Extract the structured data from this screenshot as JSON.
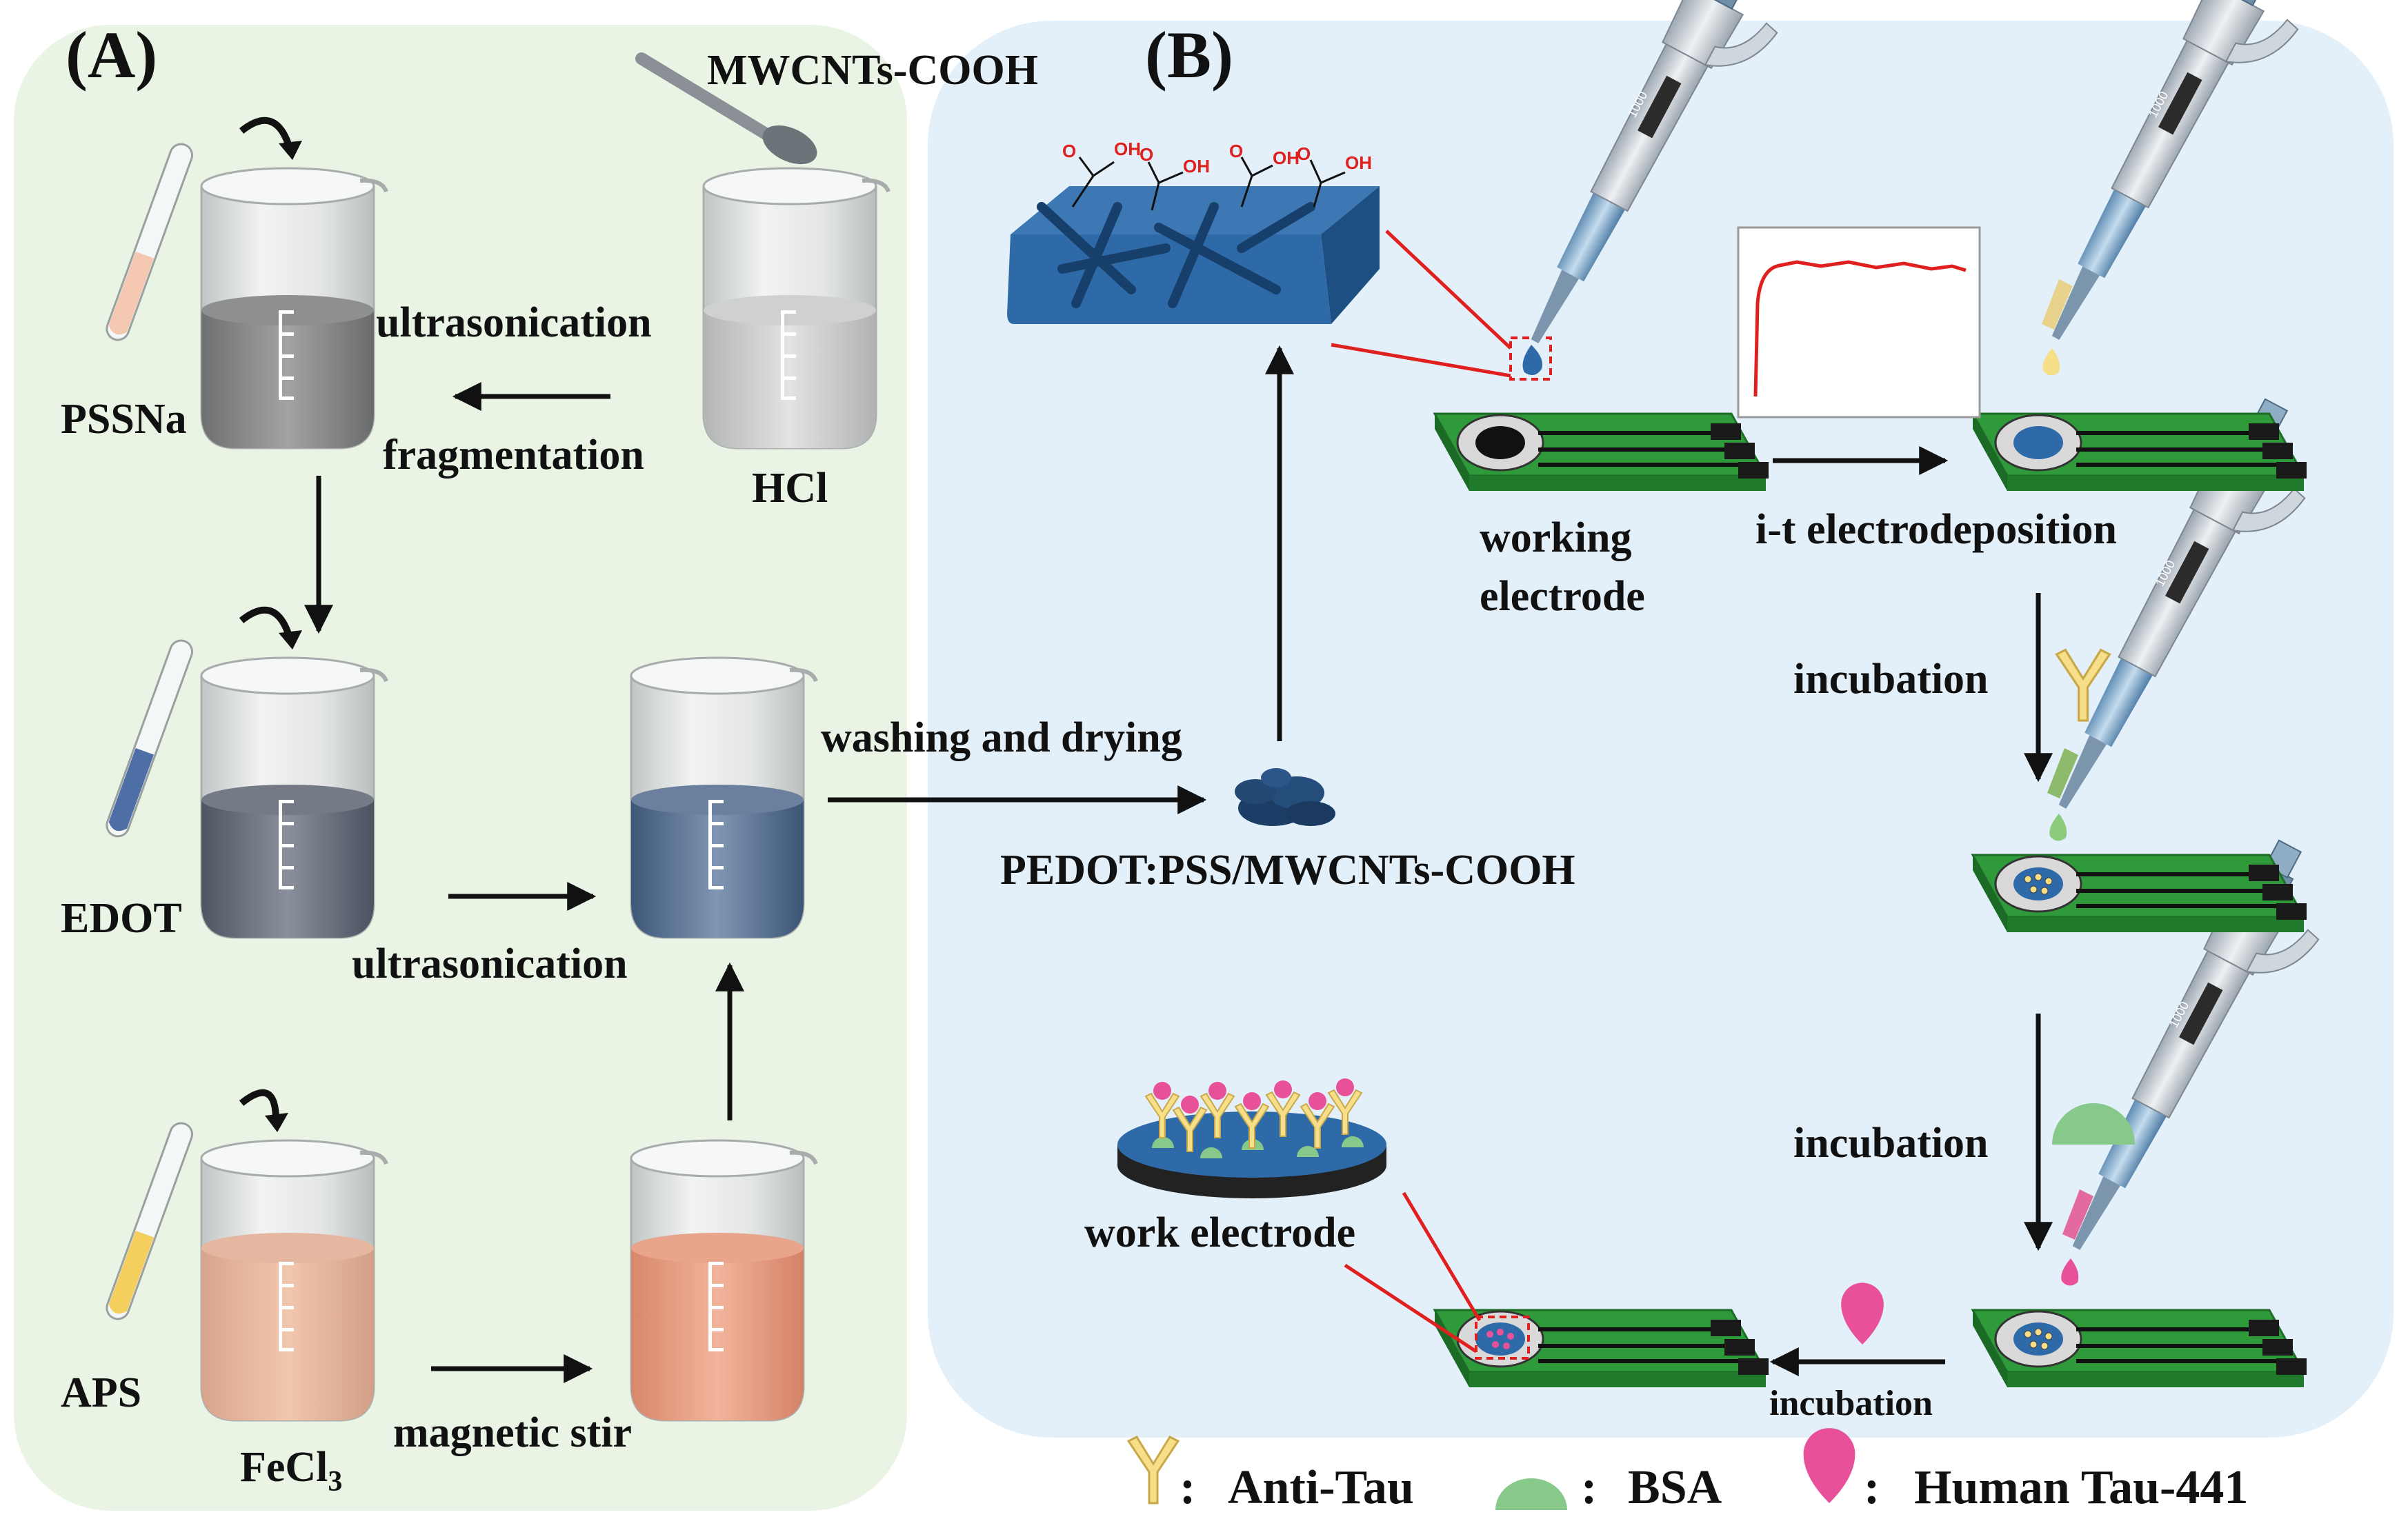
{
  "panels": {
    "a": "(A)",
    "b": "(B)"
  },
  "labels": {
    "mwcnts": "MWCNTs-COOH",
    "ultrasonication_top": "ultrasonication",
    "fragmentation": "fragmentation",
    "pssna": "PSSNa",
    "hcl": "HCl",
    "edot": "EDOT",
    "ultrasonication_mid": "ultrasonication",
    "washing": "washing and drying",
    "product": "PEDOT:PSS/MWCNTs-COOH",
    "aps": "APS",
    "fecl3_main": "FeCl",
    "fecl3_sub": "3",
    "magnetic": "magnetic stir",
    "working1": "working",
    "working2": "electrode",
    "it": "i-t electrodeposition",
    "incubation1": "incubation",
    "incubation2": "incubation",
    "incubation3": "incubation",
    "work_electrode": "work electrode",
    "cooh": "OH",
    "o": "O",
    "pipette_mark": "1000"
  },
  "legend": {
    "anti_tau": "Anti-Tau",
    "bsa": "BSA",
    "tau441": "Human Tau-441",
    "sep": ":"
  },
  "colors": {
    "panel_a_bg": "#e9f4e4",
    "panel_b_bg": "#e4f0f9",
    "electrode_green": "#2f9a3a",
    "pedot_blue": "#2f6aa8",
    "antibody": "#f7df8a",
    "bsa": "#86c98a",
    "tau": "#e8509a",
    "red": "#e0201e"
  }
}
